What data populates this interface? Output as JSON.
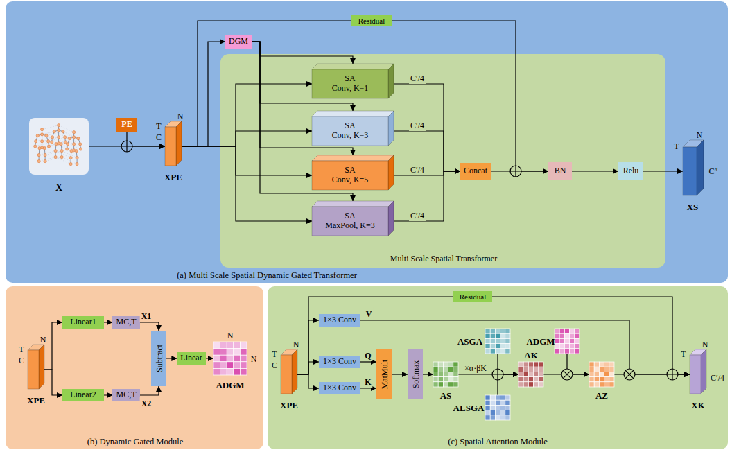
{
  "diagram": {
    "nodes": [
      {
        "text": [
          "(a) Multi Scale Spatial Dynamic Gated Transformer"
        ]
      },
      {
        "text": [
          "X"
        ],
        "in": 0
      },
      {
        "text": [
          "PE"
        ],
        "in": 0
      },
      {
        "text": [
          "N",
          "T",
          "C",
          "XPE"
        ],
        "in": 0
      },
      {
        "text": [
          "Residual"
        ],
        "in": 0
      },
      {
        "text": [
          "DGM"
        ],
        "in": 0
      },
      {
        "text": [
          "Multi Scale Spatial Transformer"
        ],
        "in": 0
      },
      {
        "text": [
          "SA",
          "Conv, K=1"
        ],
        "in": 6
      },
      {
        "text": [
          "SA",
          "Conv, K=3"
        ],
        "in": 6
      },
      {
        "text": [
          "SA",
          "Conv, K=5"
        ],
        "in": 6
      },
      {
        "text": [
          "SA",
          "MaxPool, K=3"
        ],
        "in": 6
      },
      {
        "text": [
          "Concat"
        ],
        "in": 6
      },
      {
        "text": [
          "BN"
        ],
        "in": 6
      },
      {
        "text": [
          "Relu"
        ],
        "in": 6
      },
      {
        "text": [
          "N",
          "T",
          "C″",
          "XS"
        ],
        "in": 0
      },
      {
        "text": [
          "(b) Dynamic Gated Module"
        ]
      },
      {
        "text": [
          "N",
          "T",
          "C",
          "XPE"
        ],
        "in": 15
      },
      {
        "text": [
          "Linear1"
        ],
        "in": 15
      },
      {
        "text": [
          "Linear2"
        ],
        "in": 15
      },
      {
        "text": [
          "MC,T"
        ],
        "in": 15
      },
      {
        "text": [
          "MC,T"
        ],
        "in": 15
      },
      {
        "text": [
          "Subtract"
        ],
        "in": 15
      },
      {
        "text": [
          "Linear"
        ],
        "in": 15
      },
      {
        "text": [
          "N",
          "N",
          "ADGM"
        ],
        "in": 15
      },
      {
        "text": [
          "(c) Spatial Attention Module"
        ]
      },
      {
        "text": [
          "N",
          "T",
          "C",
          "XPE"
        ],
        "in": 24
      },
      {
        "text": [
          "Residual"
        ],
        "in": 24
      },
      {
        "text": [
          "1×3 Conv"
        ],
        "in": 24
      },
      {
        "text": [
          "1×3 Conv"
        ],
        "in": 24
      },
      {
        "text": [
          "1×3 Conv"
        ],
        "in": 24
      },
      {
        "text": [
          "MatMult"
        ],
        "in": 24
      },
      {
        "text": [
          "Softmax"
        ],
        "in": 24
      },
      {
        "text": [
          "AS"
        ],
        "in": 24
      },
      {
        "text": [
          "ASGA"
        ],
        "in": 24
      },
      {
        "text": [
          "ALSGA"
        ],
        "in": 24
      },
      {
        "text": [
          "AK"
        ],
        "in": 24
      },
      {
        "text": [
          "ADGM"
        ],
        "in": 24
      },
      {
        "text": [
          "AZ"
        ],
        "in": 24
      },
      {
        "text": [
          "N",
          "T",
          "C′/4",
          "XK"
        ],
        "in": 24
      }
    ],
    "edges": [
      {
        "from": 1,
        "to": 3,
        "arrow": "to"
      },
      {
        "from": 2,
        "to": 3,
        "arrow": "to"
      },
      {
        "from": 3,
        "to": 4,
        "arrow": "none"
      },
      {
        "from": 4,
        "to": 12,
        "arrow": "to"
      },
      {
        "from": 3,
        "to": 5,
        "arrow": "to"
      },
      {
        "from": 3,
        "to": 7,
        "arrow": "to"
      },
      {
        "from": 3,
        "to": 8,
        "arrow": "to"
      },
      {
        "from": 3,
        "to": 9,
        "arrow": "to"
      },
      {
        "from": 3,
        "to": 10,
        "arrow": "to"
      },
      {
        "from": 5,
        "to": 7,
        "arrow": "to"
      },
      {
        "from": 5,
        "to": 8,
        "arrow": "to"
      },
      {
        "from": 5,
        "to": 9,
        "arrow": "to"
      },
      {
        "from": 5,
        "to": 10,
        "arrow": "to"
      },
      {
        "from": 7,
        "to": 11,
        "label": "C′/4",
        "arrow": "to"
      },
      {
        "from": 8,
        "to": 11,
        "label": "C′/4",
        "arrow": "to"
      },
      {
        "from": 9,
        "to": 11,
        "label": "C′/4",
        "arrow": "to"
      },
      {
        "from": 10,
        "to": 11,
        "label": "C′/4",
        "arrow": "to"
      },
      {
        "from": 11,
        "to": 12,
        "arrow": "to"
      },
      {
        "from": 12,
        "to": 13,
        "arrow": "to"
      },
      {
        "from": 13,
        "to": 14,
        "arrow": "to"
      },
      {
        "from": 16,
        "to": 17,
        "arrow": "to"
      },
      {
        "from": 16,
        "to": 18,
        "arrow": "to"
      },
      {
        "from": 17,
        "to": 19,
        "arrow": "to"
      },
      {
        "from": 18,
        "to": 20,
        "arrow": "to"
      },
      {
        "from": 19,
        "to": 21,
        "label": "X1",
        "arrow": "to"
      },
      {
        "from": 20,
        "to": 21,
        "label": "X2",
        "arrow": "to"
      },
      {
        "from": 21,
        "to": 22,
        "arrow": "to"
      },
      {
        "from": 22,
        "to": 23,
        "arrow": "to"
      },
      {
        "from": 25,
        "to": 26,
        "arrow": "none"
      },
      {
        "from": 26,
        "to": 38,
        "arrow": "to"
      },
      {
        "from": 25,
        "to": 27,
        "arrow": "to"
      },
      {
        "from": 25,
        "to": 28,
        "arrow": "to"
      },
      {
        "from": 25,
        "to": 29,
        "arrow": "to"
      },
      {
        "from": 27,
        "to": 38,
        "label": "V",
        "arrow": "to"
      },
      {
        "from": 28,
        "to": 30,
        "label": "Q",
        "arrow": "to"
      },
      {
        "from": 29,
        "to": 30,
        "label": "K",
        "arrow": "to"
      },
      {
        "from": 30,
        "to": 31,
        "arrow": "to"
      },
      {
        "from": 31,
        "to": 32,
        "arrow": "to"
      },
      {
        "from": 32,
        "to": 35,
        "label": "×α·βK",
        "arrow": "to"
      },
      {
        "from": 33,
        "to": 35,
        "arrow": "to"
      },
      {
        "from": 34,
        "to": 35,
        "arrow": "to"
      },
      {
        "from": 35,
        "to": 37,
        "arrow": "to"
      },
      {
        "from": 36,
        "to": 37,
        "arrow": "to"
      },
      {
        "from": 37,
        "to": 38,
        "arrow": "to"
      }
    ]
  }
}
